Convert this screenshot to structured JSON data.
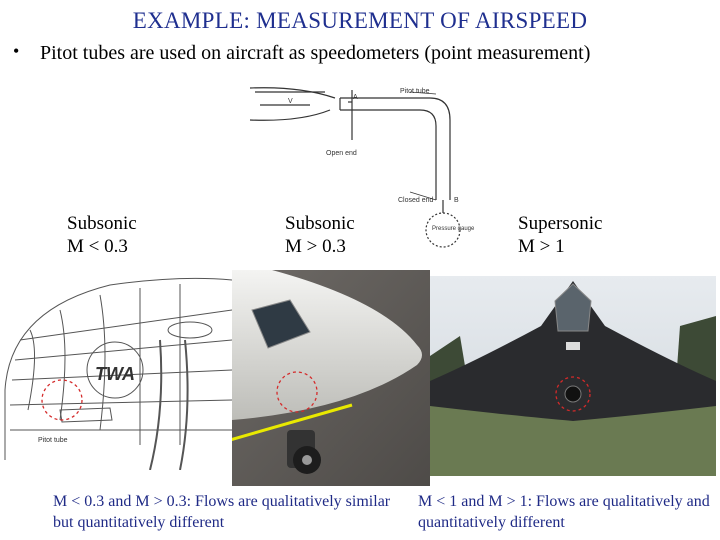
{
  "slide": {
    "title": "EXAMPLE: MEASUREMENT OF AIRSPEED",
    "bullet": "Pitot tubes are used on aircraft as speedometers (point measurement)"
  },
  "diagram": {
    "labels": {
      "v": "V",
      "a": "A",
      "pitot_tube": "Pitot tube",
      "open_end": "Open end",
      "closed_end": "Closed end",
      "b": "B",
      "pressure_gauge": "Pressure gauge"
    }
  },
  "columns": [
    {
      "title": "Subsonic",
      "condition": "M < 0.3"
    },
    {
      "title": "Subsonic",
      "condition": "M > 0.3"
    },
    {
      "title": "Supersonic",
      "condition": "M > 1"
    }
  ],
  "photos": {
    "drawing_labels": {
      "airline": "TWA",
      "pitot_label": "Pitot tube"
    }
  },
  "captions": {
    "left": "M < 0.3 and M > 0.3: Flows are qualitatively similar but quantitatively different",
    "right": "M < 1 and  M > 1: Flows are qualitatively and quantitatively different"
  },
  "colors": {
    "title": "#1f2f8f",
    "caption": "#1f2a86",
    "highlight_circle": "#d42a2a"
  }
}
